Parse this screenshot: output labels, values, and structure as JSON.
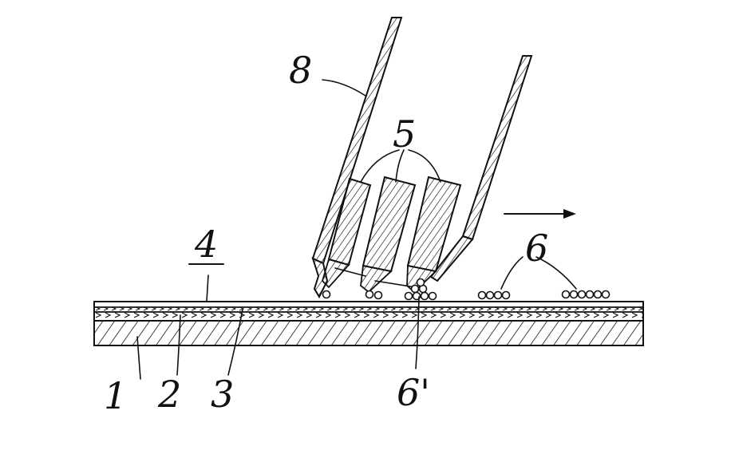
{
  "figure": {
    "labels": {
      "substrate": "1",
      "layer_2": "2",
      "layer_3": "3",
      "top_surface": "4",
      "nozzles": "5",
      "particles": "6",
      "particles_prime": "6'",
      "housing": "8"
    },
    "direction_arrow": "→",
    "colors": {
      "ink": "#111111",
      "background": "#ffffff"
    }
  }
}
